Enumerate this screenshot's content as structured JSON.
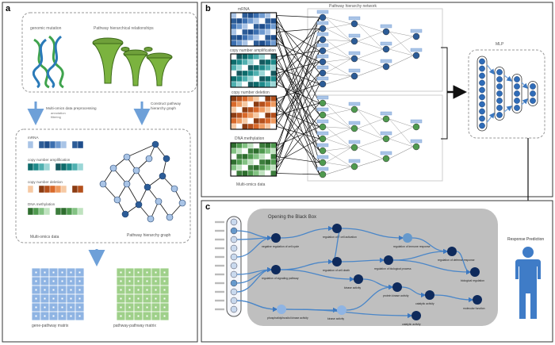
{
  "panel_a": {
    "letter": "a",
    "genomic_caption": "genomic mutation",
    "pathway_caption": "Pathway hierarchical relationships",
    "step_left": "Multi-omics data preprocessing",
    "step_left_sub1": "annotation",
    "step_left_sub2": "filtering",
    "step_right": "Construct pathway",
    "step_right_sub": "hierarchy graph",
    "omics_labels": [
      "mRNA",
      "copy number amplification",
      "copy number deletion",
      "DNA methylation"
    ],
    "multiomics_caption": "Multi-omics data",
    "graph_caption": "Pathway hierarchy graph",
    "matrix_left_caption": "gene-pathway matrix",
    "matrix_right_caption": "pathway-pathway matrix"
  },
  "panel_b": {
    "letter": "b",
    "omics_labels": [
      "mRNA",
      "copy number amplification",
      "copy number deletion",
      "DNA methylation"
    ],
    "multiomics_caption": "Multi-omics data",
    "network_caption": "Pathway hierarchy network",
    "mlp_caption": "MLP"
  },
  "panel_c": {
    "letter": "c",
    "box_title": "Opening the Black Box",
    "response_caption": "Response Prediction",
    "nodes": [
      "negative regulation of cell cycle",
      "regulation of T cell activation",
      "regulation of immune response",
      "regulation of defense response",
      "regulation of cell death",
      "regulation of biological process",
      "biological regulation",
      "regulation of signaling pathway",
      "phosphatidylinositol kinase activity",
      "protein kinase activity",
      "kinase activity",
      "catalytic activity",
      "molecular function"
    ]
  },
  "colors": {
    "blue_dark": "#2c5c97",
    "blue_mid": "#6699cc",
    "teal": "#1e8a8a",
    "orange": "#d9692a",
    "green": "#4f9a4f",
    "navy_node": "#0e2a5c",
    "light_node": "#8fb4e3",
    "gray_box": "#bfbfbf",
    "person": "#3f7cc7"
  }
}
